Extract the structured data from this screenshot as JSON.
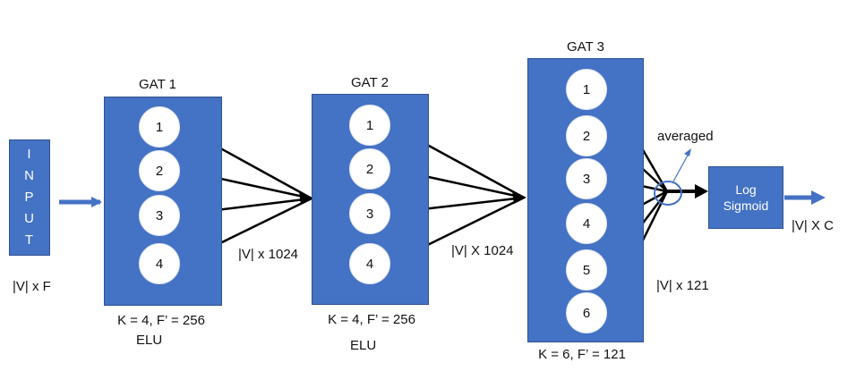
{
  "input": {
    "letters": [
      "I",
      "N",
      "P",
      "U",
      "T"
    ],
    "dim": "|V| x F"
  },
  "gat1": {
    "title": "GAT 1",
    "heads": [
      "1",
      "2",
      "3",
      "4"
    ],
    "params": "K = 4, F’ = 256",
    "act": "ELU"
  },
  "gat2": {
    "title": "GAT 2",
    "heads": [
      "1",
      "2",
      "3",
      "4"
    ],
    "params": "K = 4, F’ = 256",
    "act": "ELU"
  },
  "gat3": {
    "title": "GAT 3",
    "heads": [
      "1",
      "2",
      "3",
      "4",
      "5",
      "6"
    ],
    "params": "K = 6, F’ = 121"
  },
  "dims": {
    "after_gat1": "|V| x 1024",
    "after_gat2": "|V| X 1024",
    "after_gat3": "|V| x 121"
  },
  "averaged": "averaged",
  "logsig": {
    "line1": "Log",
    "line2": "Sigmoid"
  },
  "output": {
    "dim": "|V| X C"
  },
  "colors": {
    "block": "#4472c4",
    "node": "#ffffff",
    "wire": "#000000"
  }
}
